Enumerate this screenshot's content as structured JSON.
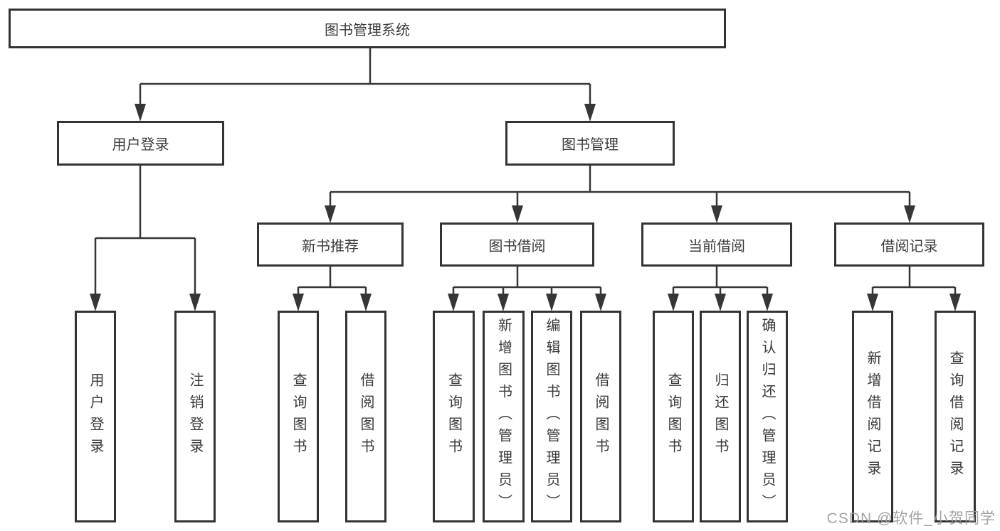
{
  "diagram": {
    "tree": {
      "label": "图书管理系统",
      "children": [
        {
          "label": "用户登录",
          "children": [
            {
              "label": "用户登录"
            },
            {
              "label": "注销登录"
            }
          ]
        },
        {
          "label": "图书管理",
          "children": [
            {
              "label": "新书推荐",
              "children": [
                {
                  "label": "查询图书"
                },
                {
                  "label": "借阅图书"
                }
              ]
            },
            {
              "label": "图书借阅",
              "children": [
                {
                  "label": "查询图书"
                },
                {
                  "label": "新增图书（管理员）"
                },
                {
                  "label": "编辑图书（管理员）"
                },
                {
                  "label": "借阅图书"
                }
              ]
            },
            {
              "label": "当前借阅",
              "children": [
                {
                  "label": "查询图书"
                },
                {
                  "label": "归还图书"
                },
                {
                  "label": "确认归还（管理员）"
                }
              ]
            },
            {
              "label": "借阅记录",
              "children": [
                {
                  "label": "新增借阅记录"
                },
                {
                  "label": "查询借阅记录"
                }
              ]
            }
          ]
        }
      ]
    },
    "colors": {
      "line": "#363636",
      "border": "#333333",
      "text": "#3a3a3a",
      "watermark": "#9b9b9b",
      "background": "#ffffff"
    }
  },
  "watermark": {
    "text": "CSDN @软件_小贺同学"
  }
}
